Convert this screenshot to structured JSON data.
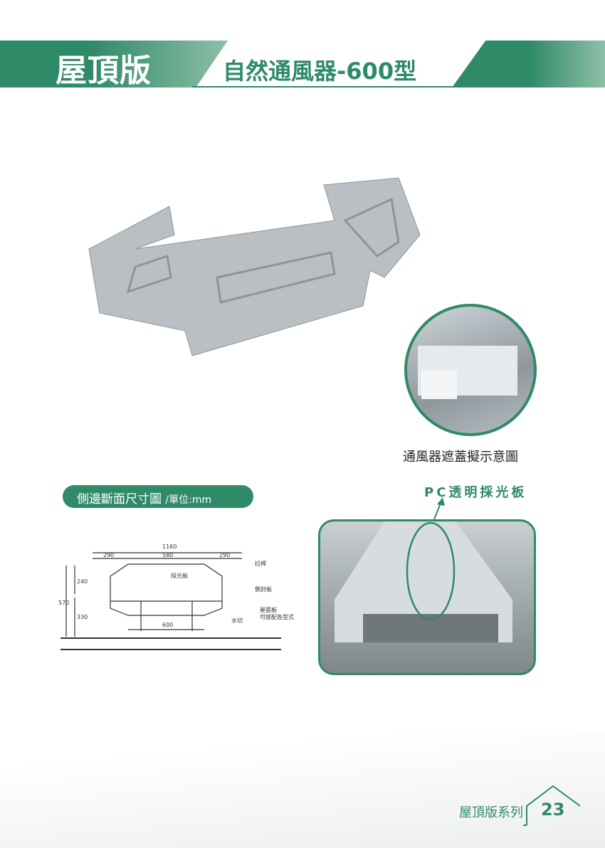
{
  "header": {
    "category": "屋頂版",
    "title": "自然通風器-600型"
  },
  "circle_caption": "通風器遮蓋擬示意圖",
  "section": {
    "label": "側邊斷面尺寸圖",
    "unit": "/單位:mm"
  },
  "diagram": {
    "dims": [
      "1160",
      "290",
      "580",
      "290",
      "570",
      "240",
      "330",
      "600"
    ],
    "labels": [
      "拉桿",
      "採光板",
      "側封板",
      "屋面板",
      "可搭配各型式",
      "水切"
    ]
  },
  "pc_label": "PC透明採光板",
  "footer": {
    "series": "屋頂版系列",
    "page": "23"
  },
  "colors": {
    "brand": "#2f8a68"
  }
}
